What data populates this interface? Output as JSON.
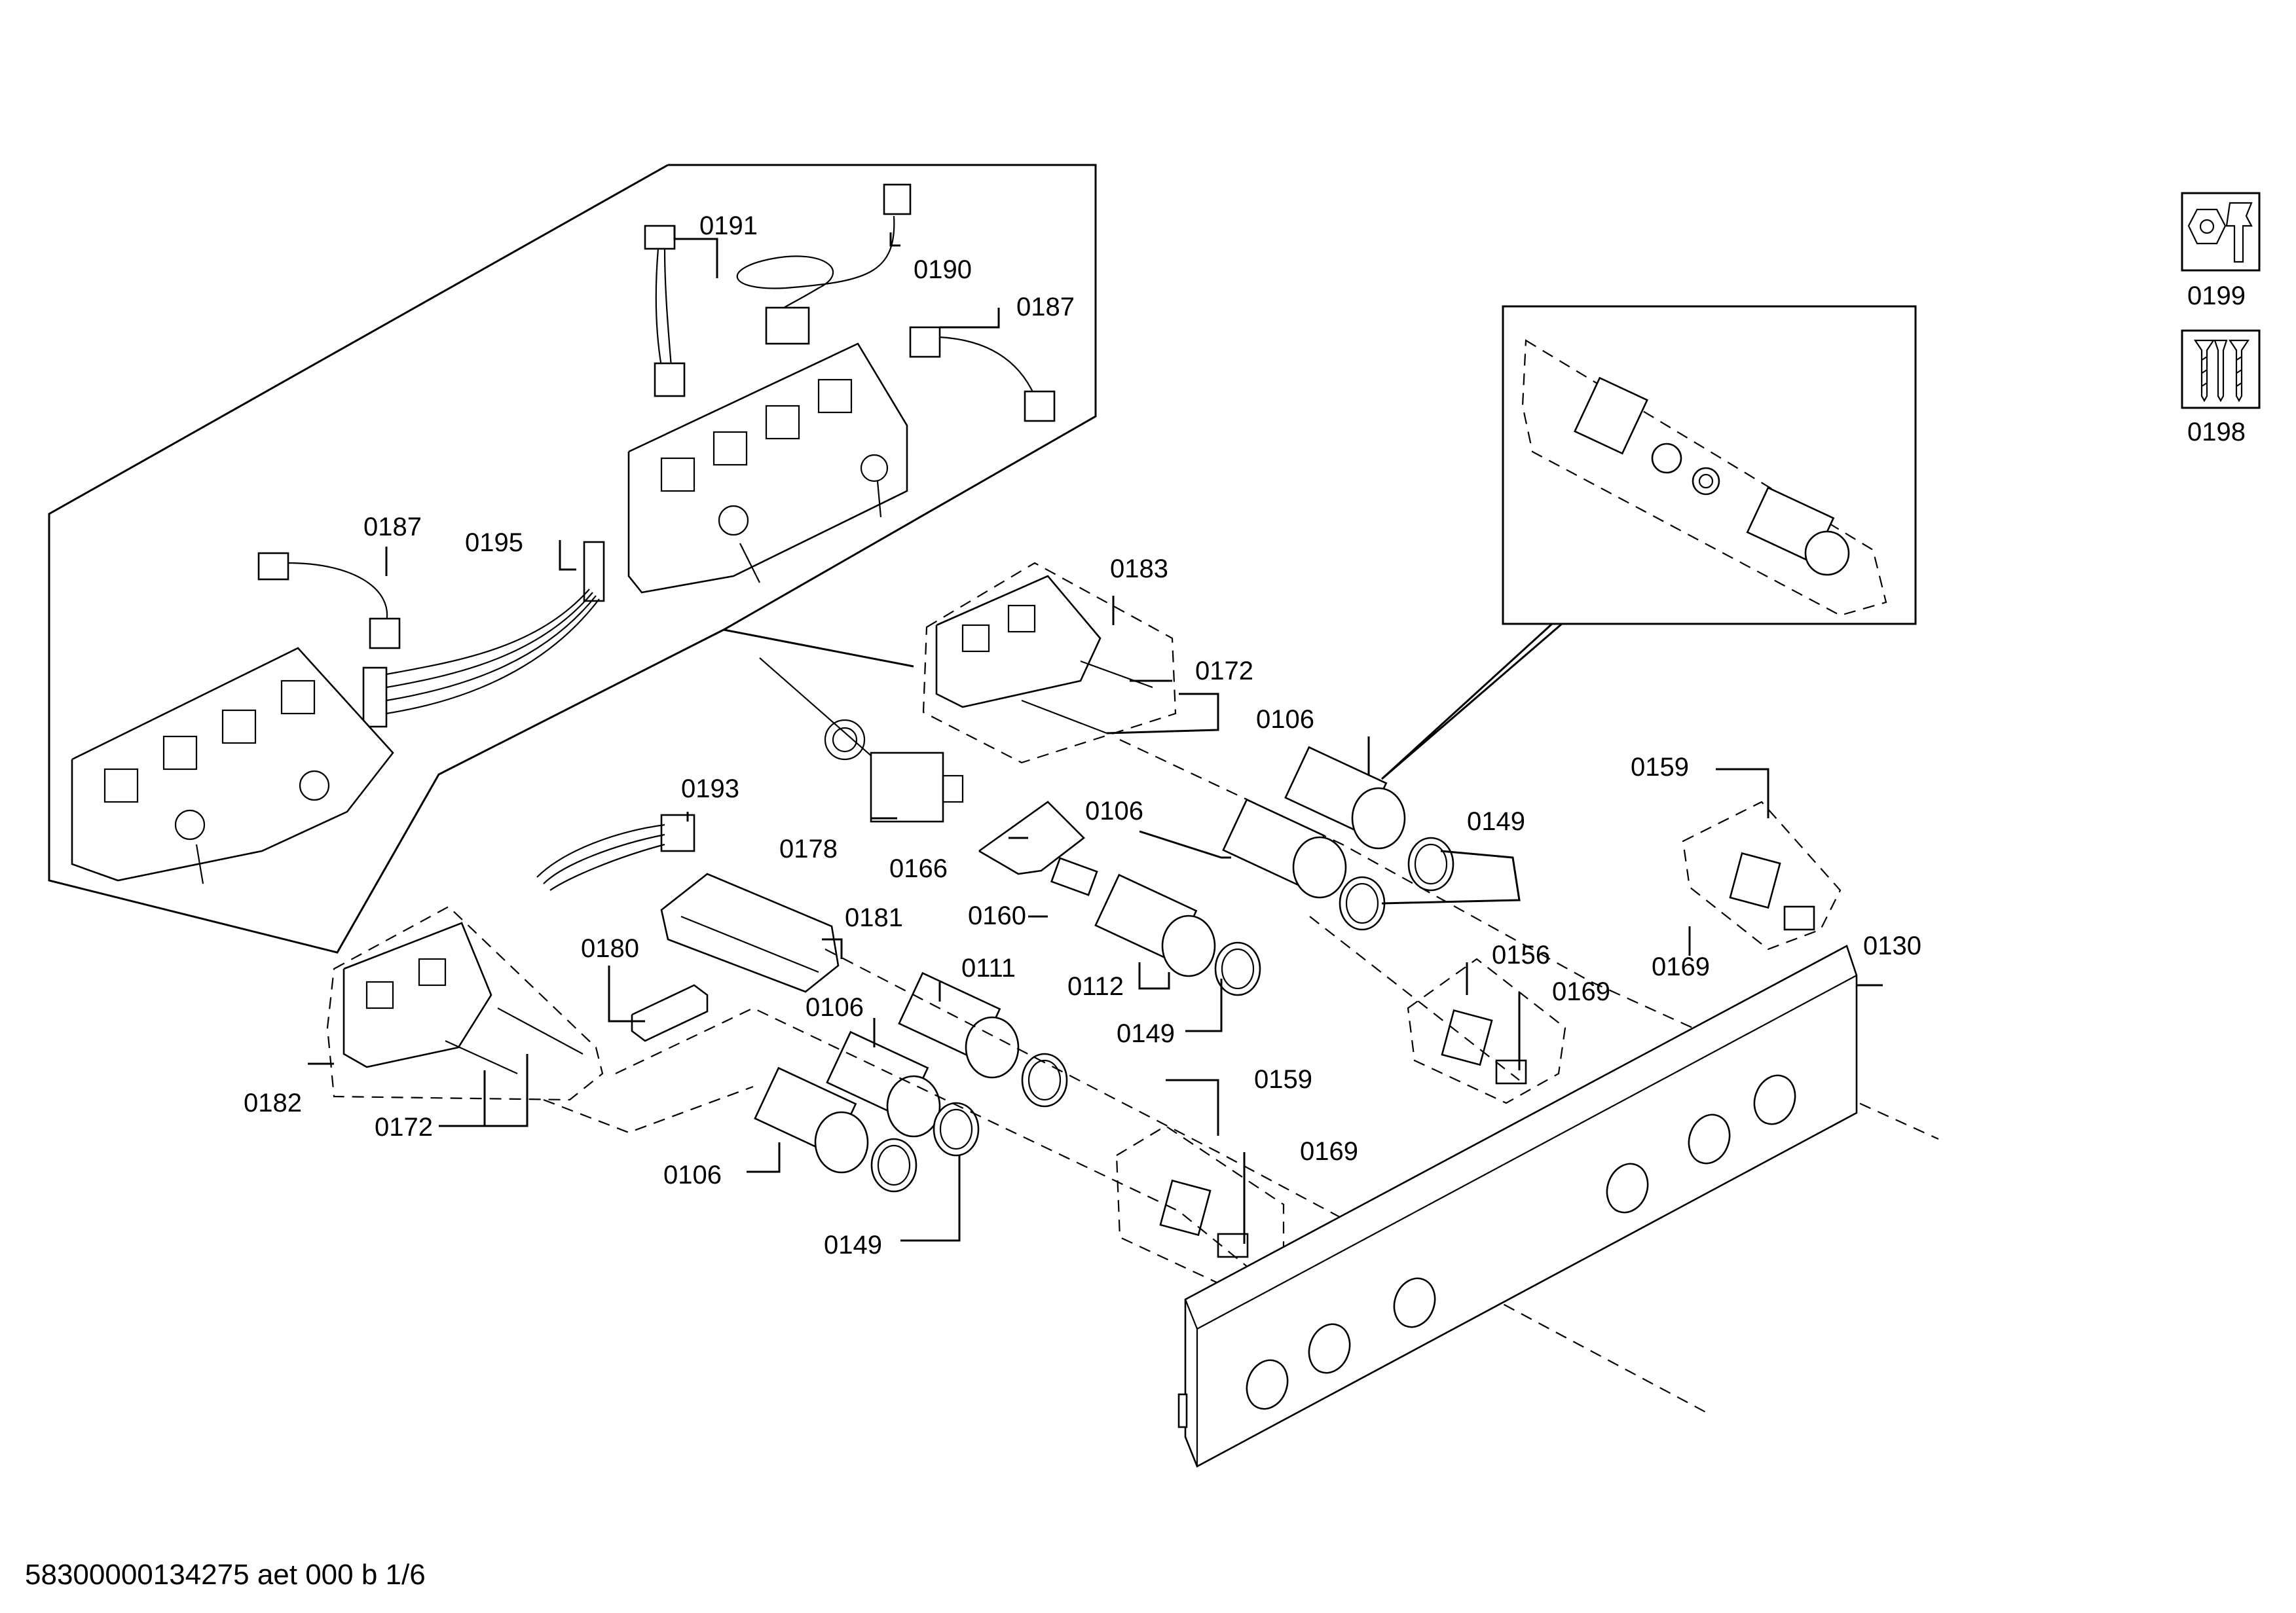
{
  "document_id": "58300000134275 aet 000 b 1/6",
  "side_items": [
    {
      "label": "0199",
      "icon": "wrench-nut-icon"
    },
    {
      "label": "0198",
      "icon": "screws-icon"
    }
  ],
  "labels": [
    {
      "id": "l-0191",
      "text": "0191"
    },
    {
      "id": "l-0190",
      "text": "0190"
    },
    {
      "id": "l-0187a",
      "text": "0187"
    },
    {
      "id": "l-0187b",
      "text": "0187"
    },
    {
      "id": "l-0195",
      "text": "0195"
    },
    {
      "id": "l-0183",
      "text": "0183"
    },
    {
      "id": "l-0172a",
      "text": "0172"
    },
    {
      "id": "l-0106a",
      "text": "0106"
    },
    {
      "id": "l-0193",
      "text": "0193"
    },
    {
      "id": "l-0178",
      "text": "0178"
    },
    {
      "id": "l-0166",
      "text": "0166"
    },
    {
      "id": "l-0106b",
      "text": "0106"
    },
    {
      "id": "l-0149a",
      "text": "0149"
    },
    {
      "id": "l-0159a",
      "text": "0159"
    },
    {
      "id": "l-0160",
      "text": "0160"
    },
    {
      "id": "l-0181",
      "text": "0181"
    },
    {
      "id": "l-0112",
      "text": "0112"
    },
    {
      "id": "l-0180",
      "text": "0180"
    },
    {
      "id": "l-0111",
      "text": "0111"
    },
    {
      "id": "l-0156",
      "text": "0156"
    },
    {
      "id": "l-0169a",
      "text": "0169"
    },
    {
      "id": "l-0169b",
      "text": "0169"
    },
    {
      "id": "l-0130",
      "text": "0130"
    },
    {
      "id": "l-0106c",
      "text": "0106"
    },
    {
      "id": "l-0149b",
      "text": "0149"
    },
    {
      "id": "l-0182",
      "text": "0182"
    },
    {
      "id": "l-0172b",
      "text": "0172"
    },
    {
      "id": "l-0159b",
      "text": "0159"
    },
    {
      "id": "l-0169c",
      "text": "0169"
    },
    {
      "id": "l-0106d",
      "text": "0106"
    },
    {
      "id": "l-0149c",
      "text": "0149"
    }
  ]
}
